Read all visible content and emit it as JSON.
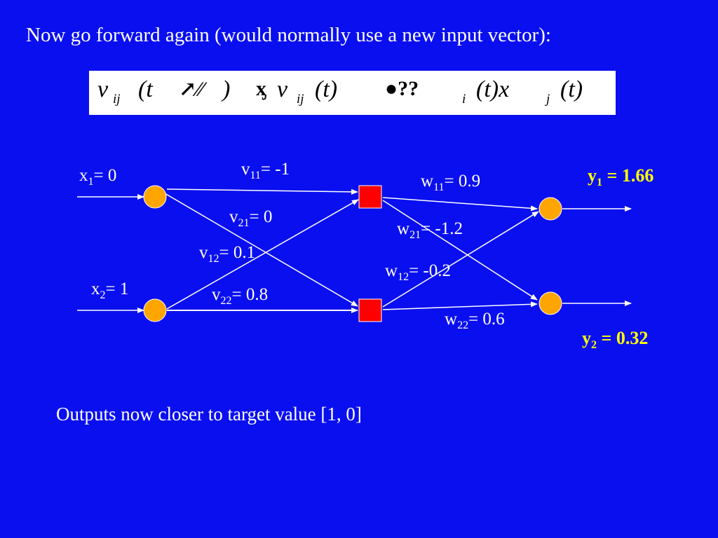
{
  "title": "Now go forward again (would normally use a new input vector):",
  "formula": {
    "v1": "v",
    "sub1": "ij",
    "paren1": "(t",
    "garble1": "↗⁄⁄",
    "close1": ")",
    "garble2": "ᶍ",
    "v2": "v",
    "sub2": "ij",
    "paren2": "(t)",
    "garble3": "●??",
    "sub3": "i",
    "paren3": "(t)x",
    "sub4": "j",
    "paren4": "(t)"
  },
  "inputs": {
    "x1": {
      "var": "x",
      "sub": "1",
      "rest": "= 0"
    },
    "x2": {
      "var": "x",
      "sub": "2",
      "rest": "= 1"
    }
  },
  "weights_v": {
    "v11": {
      "var": "v",
      "sub": "11",
      "rest": "= -1"
    },
    "v21": {
      "var": "v",
      "sub": "21",
      "rest": "= 0"
    },
    "v12": {
      "var": "v",
      "sub": "12",
      "rest": "= 0.1"
    },
    "v22": {
      "var": "v",
      "sub": "22",
      "rest": "= 0.8"
    }
  },
  "weights_w": {
    "w11": {
      "var": "w",
      "sub": "11",
      "rest": "= 0.9"
    },
    "w21": {
      "var": "w",
      "sub": "21",
      "rest": "= -1.2"
    },
    "w12": {
      "var": "w",
      "sub": "12",
      "rest": "= -0.2"
    },
    "w22": {
      "var": "w",
      "sub": "22",
      "rest": "= 0.6"
    }
  },
  "outputs": {
    "y1": {
      "var": "y",
      "sub": "1",
      "rest": " = 1.66"
    },
    "y2": {
      "var": "y",
      "sub": "2",
      "rest": " = 0.32"
    }
  },
  "footer": "Outputs now closer to target value [1, 0]",
  "colors": {
    "background": "#0a0ff0",
    "input_node": "#ffa500",
    "hidden_node": "#ff0000",
    "output_node": "#ffa500",
    "output_text": "#ffff00",
    "edge": "#ffffff"
  }
}
